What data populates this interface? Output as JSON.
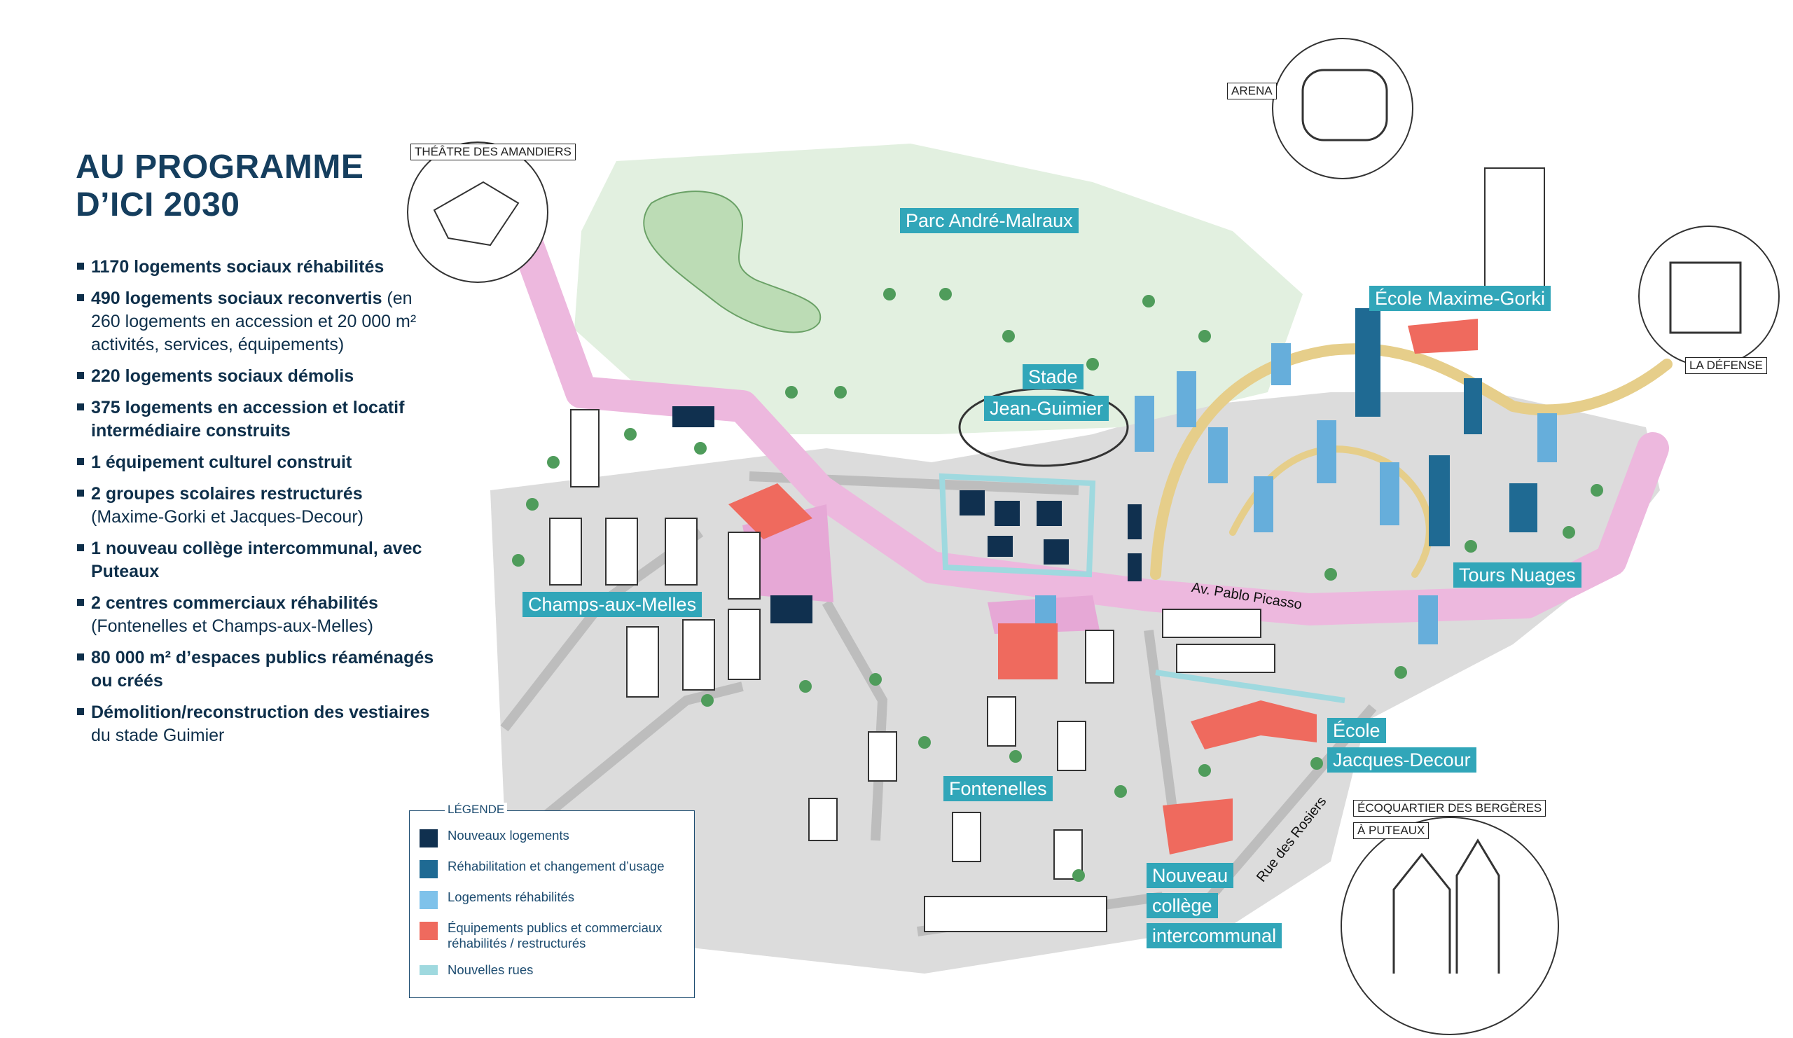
{
  "heading": {
    "line1": "AU PROGRAMME",
    "line2": "D’ICI 2030"
  },
  "program_items": [
    {
      "bold": "1170 logements sociaux réhabilités",
      "light": ""
    },
    {
      "bold": "490 logements sociaux reconvertis",
      "light": " (en 260 logements en accession et 20 000 m² activités, services, équipements)"
    },
    {
      "bold": "220 logements sociaux démolis",
      "light": ""
    },
    {
      "bold": "375 logements en accession et locatif intermédiaire construits",
      "light": ""
    },
    {
      "bold": "1 équipement culturel construit",
      "light": ""
    },
    {
      "bold": "2 groupes scolaires restructurés",
      "light": " (Maxime-Gorki et Jacques-Decour)"
    },
    {
      "bold": "1 nouveau collège intercommunal, avec Puteaux",
      "light": ""
    },
    {
      "bold": "2 centres commerciaux réhabilités",
      "light": " (Fontenelles et Champs-aux-Melles)"
    },
    {
      "bold": "80 000 m² d’espaces publics réaménagés ou créés",
      "light": ""
    },
    {
      "bold": "Démolition/reconstruction des vestiaires",
      "light": " du stade Guimier"
    }
  ],
  "map_labels": {
    "parc": "Parc André-Malraux",
    "stade_1": "Stade",
    "stade_2": "Jean-Guimier",
    "maxime": "École Maxime-Gorki",
    "champs": "Champs-aux-Melles",
    "tours": "Tours Nuages",
    "fontenelles": "Fontenelles",
    "jacques_1": "École",
    "jacques_2": "Jacques-Decour",
    "college_1": "Nouveau",
    "college_2": "collège",
    "college_3": "intercommunal"
  },
  "place_tags": {
    "theatre": "THÉÂTRE DES AMANDIERS",
    "arena": "ARENA",
    "defense": "LA DÉFENSE",
    "bergeres_1": "ÉCOQUARTIER DES BERGÈRES",
    "bergeres_2": "À PUTEAUX"
  },
  "streets": {
    "picasso": "Av. Pablo Picasso",
    "rosiers": "Rue des Rosiers"
  },
  "legend": {
    "title": "LÉGENDE",
    "items": [
      {
        "label": "Nouveaux logements",
        "color": "#10304f"
      },
      {
        "label": "Réhabilitation et changement d’usage",
        "color": "#1f6a93"
      },
      {
        "label": "Logements réhabilités",
        "color": "#7fc2ea"
      },
      {
        "label": "Équipements publics et commerciaux réhabilités / restructurés",
        "color": "#ef6a5e"
      },
      {
        "label": "Nouvelles rues",
        "color": "#9fd9df"
      }
    ]
  },
  "colors": {
    "heading": "#153e5e",
    "label_bg": "#31a6b9",
    "pink_road": "#edb8de",
    "yellow_path": "#e6ce8a",
    "park": "#dff0df",
    "lawn": "#bddcb7",
    "ground": "#d7d7d7"
  }
}
